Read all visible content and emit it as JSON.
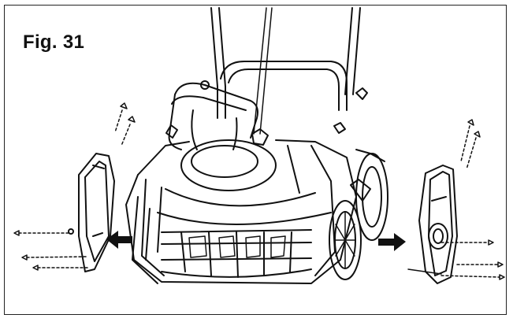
{
  "figure": {
    "label": "Fig. 31",
    "line_color": "#111111",
    "background": "#ffffff",
    "icons": {
      "left_arrow": "arrow-left-icon",
      "right_arrow": "arrow-right-icon",
      "left_panel": "side-cover-panel-left",
      "right_panel": "side-cover-panel-right",
      "machine": "snow-thrower-body",
      "handle": "handle-bar",
      "wheel": "wheel",
      "screw": "screw-icon"
    }
  }
}
